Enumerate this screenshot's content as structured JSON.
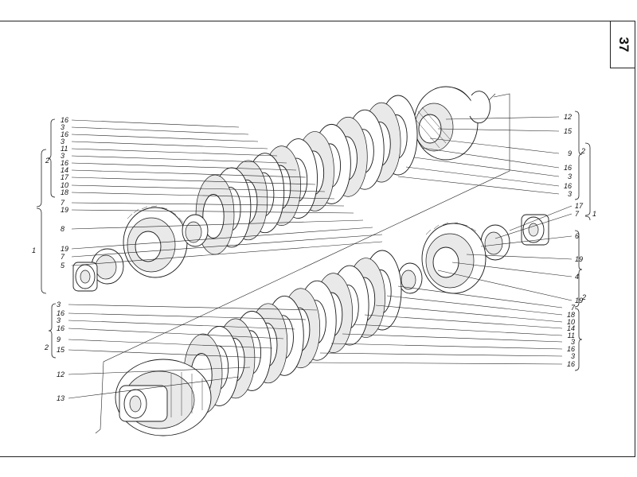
{
  "page_number": "37",
  "upper_left_labels": [
    "16",
    "3",
    "16",
    "3",
    "11",
    "3",
    "16",
    "14",
    "17",
    "10",
    "18",
    "7",
    "19",
    "8",
    "19",
    "7",
    "5"
  ],
  "upper_right_labels": [
    "12",
    "15",
    "9",
    "16",
    "3",
    "16",
    "3"
  ],
  "lower_right_labels": [
    "17",
    "7",
    "6",
    "19",
    "4",
    "19"
  ],
  "lower_left_labels": [
    "3",
    "16",
    "3",
    "16",
    "9",
    "15",
    "12",
    "13"
  ],
  "lower_middle_labels": [
    "7",
    "18",
    "10",
    "14",
    "11",
    "3",
    "16",
    "3",
    "16"
  ],
  "group_labels": {
    "left_upper_2": "2",
    "left_lower_2": "2",
    "left_big_1": "1",
    "right_upper_2": "2",
    "right_1": "1",
    "right_lower_2": "2"
  }
}
